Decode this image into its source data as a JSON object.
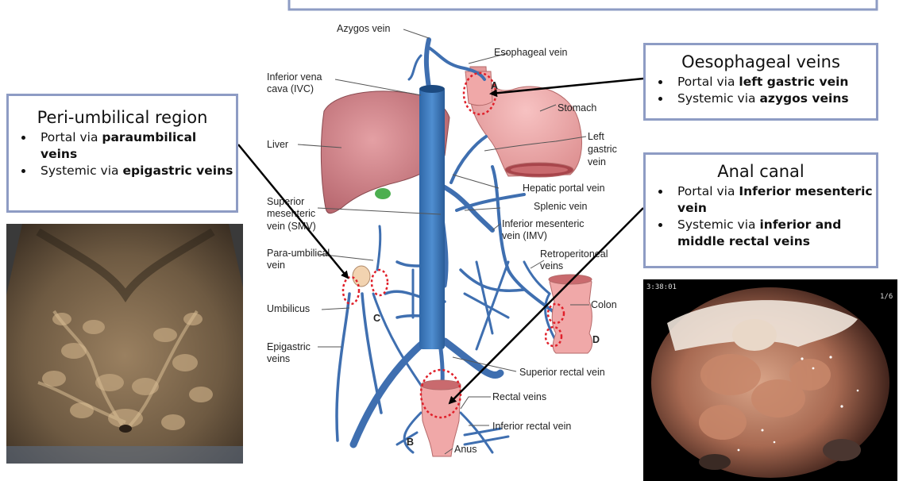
{
  "callouts": {
    "peri": {
      "title": "Peri-umbilical region",
      "items": [
        {
          "pre": "Portal via ",
          "bold": "paraumbilical veins"
        },
        {
          "pre": "Systemic via ",
          "bold": "epigastric veins"
        }
      ]
    },
    "oeso": {
      "title": "Oesophageal veins",
      "items": [
        {
          "pre": "Portal via ",
          "bold": "left gastric vein"
        },
        {
          "pre": "Systemic via ",
          "bold": "azygos veins"
        }
      ]
    },
    "anal": {
      "title": "Anal canal",
      "items": [
        {
          "pre": "Portal via ",
          "bold": "Inferior mesenteric vein"
        },
        {
          "pre": "Systemic via ",
          "bold": "inferior and middle rectal veins"
        }
      ]
    }
  },
  "labels": {
    "azygos": "Azygos vein",
    "esophageal": "Esophageal vein",
    "ivc1": "Inferior vena",
    "ivc2": "cava (IVC)",
    "stomach": "Stomach",
    "liver": "Liver",
    "lgv1": "Left",
    "lgv2": "gastric",
    "lgv3": "vein",
    "hpv": "Hepatic portal vein",
    "smv1": "Superior",
    "smv2": "mesenteric",
    "smv3": "vein (SMV)",
    "splenic": "Splenic vein",
    "imv1": "Inferior mesenteric",
    "imv2": "vein (IMV)",
    "pu1": "Para-umbilical",
    "pu2": "vein",
    "retro1": "Retroperitoneal",
    "retro2": "veins",
    "umbilicus": "Umbilicus",
    "colon": "Colon",
    "epi1": "Epigastric",
    "epi2": "veins",
    "srv": "Superior rectal vein",
    "rectal": "Rectal veins",
    "irv": "Inferior rectal vein",
    "anus": "Anus",
    "A": "A",
    "B": "B",
    "C": "C",
    "D": "D"
  },
  "photos": {
    "endoscopy_overlay1": "3:38:01",
    "endoscopy_overlay2": "1/6"
  },
  "colors": {
    "callout_border": "#8e9cc4",
    "vein_blue": "#3f6fb0",
    "organ_pink": "#e8a0a0",
    "liver": "#c9737a",
    "highlight_red": "#e0202a",
    "arrow": "#000000"
  }
}
